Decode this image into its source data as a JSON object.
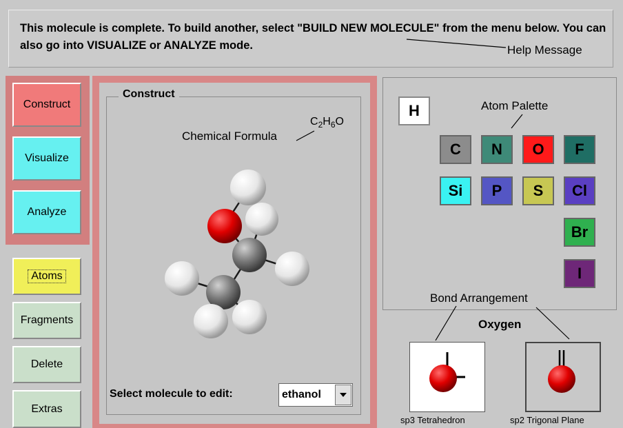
{
  "help": {
    "message": "This molecule is complete. To build another, select \"BUILD NEW MOLECULE\" from the menu below. You can also go into VISUALIZE or ANALYZE mode.",
    "callout": "Help Message"
  },
  "modes": [
    {
      "label": "Construct",
      "active": true
    },
    {
      "label": "Visualize"
    },
    {
      "label": "Analyze"
    }
  ],
  "tools": [
    {
      "label": "Atoms",
      "active": true
    },
    {
      "label": "Fragments"
    },
    {
      "label": "Delete"
    },
    {
      "label": "Extras"
    }
  ],
  "construct": {
    "title": "Construct",
    "formula_label": "Chemical Formula",
    "formula": {
      "c": "C",
      "c_count": "2",
      "h": "H",
      "h_count": "6",
      "o": "O"
    },
    "select_label": "Select molecule to edit:",
    "select_value": "ethanol"
  },
  "palette": {
    "label": "Atom Palette",
    "hydrogen": {
      "symbol": "H",
      "color": "#ffffff"
    },
    "atoms": [
      {
        "symbol": "C",
        "color": "#8c8c8c"
      },
      {
        "symbol": "N",
        "color": "#3e8a78"
      },
      {
        "symbol": "O",
        "color": "#ff1a1a"
      },
      {
        "symbol": "F",
        "color": "#1f6e64"
      },
      {
        "symbol": "Si",
        "color": "#3af2f2"
      },
      {
        "symbol": "P",
        "color": "#5456c4"
      },
      {
        "symbol": "S",
        "color": "#c7c753"
      },
      {
        "symbol": "Cl",
        "color": "#5a3fc2"
      },
      {
        "symbol": "Br",
        "color": "#2fb04f"
      },
      {
        "symbol": "I",
        "color": "#6e2778"
      }
    ]
  },
  "bond": {
    "label": "Bond Arrangement",
    "element": "Oxygen",
    "options": [
      {
        "caption": "sp3 Tetrahedron",
        "selected": true
      },
      {
        "caption": "sp2 Trigonal Plane"
      }
    ]
  }
}
